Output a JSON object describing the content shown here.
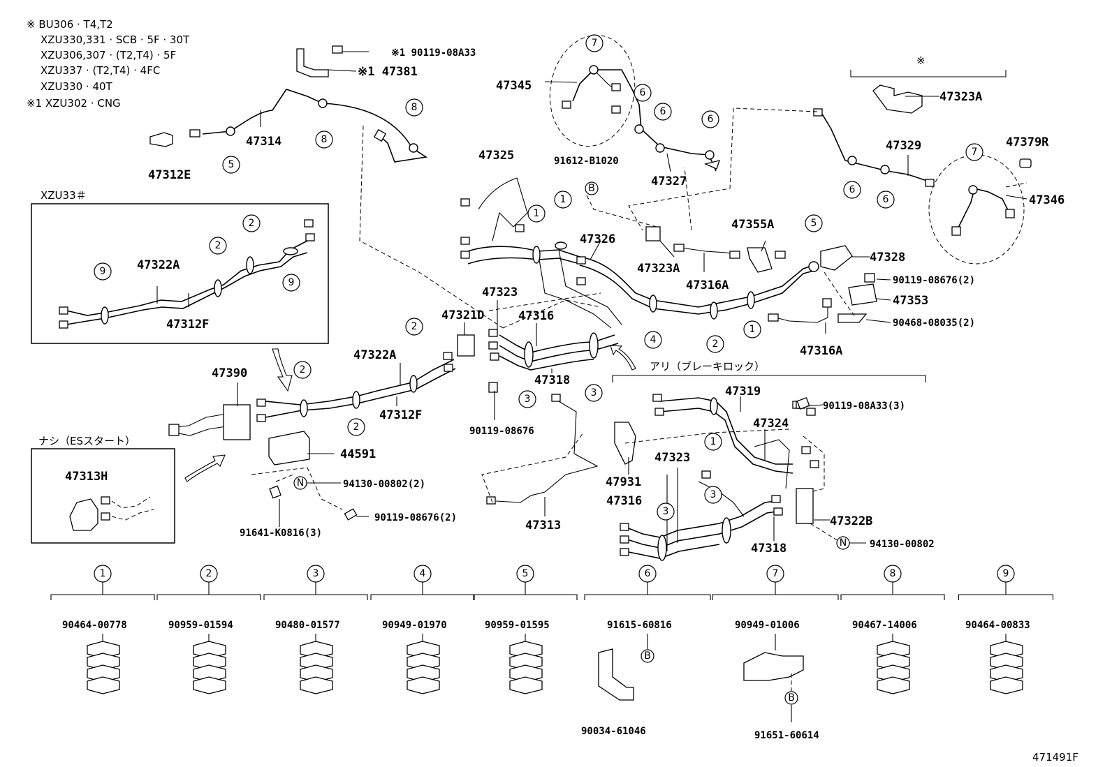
{
  "notes": [
    "※ BU306 · T4,T2",
    "XZU330,331 · SCB · 5F · 30T",
    "XZU306,307 · (T2,T4) · 5F",
    "XZU337 · (T2,T4) · 4FC",
    "XZU330 · 40T",
    "※1 XZU302 · CNG"
  ],
  "group_labels": {
    "xzu33": "XZU33＃",
    "nashi": "ナシ（ESスタート）",
    "ari": "アリ（ブレーキロック）",
    "star_top": "※"
  },
  "part_labels": [
    {
      "id": "p47314",
      "text": "47314"
    },
    {
      "id": "p47312E",
      "text": "47312E"
    },
    {
      "id": "p90119_08A33",
      "text": "※1 90119-08A33"
    },
    {
      "id": "p47381",
      "text": "※1 47381"
    },
    {
      "id": "p47345",
      "text": "47345"
    },
    {
      "id": "p47325",
      "text": "47325"
    },
    {
      "id": "p91612",
      "text": "91612-B1020"
    },
    {
      "id": "p47327",
      "text": "47327"
    },
    {
      "id": "p47323A_top",
      "text": "47323A"
    },
    {
      "id": "p47329",
      "text": "47329"
    },
    {
      "id": "p47379R",
      "text": "47379R"
    },
    {
      "id": "p47346",
      "text": "47346"
    },
    {
      "id": "p47322A_box",
      "text": "47322A"
    },
    {
      "id": "p47312F_box",
      "text": "47312F"
    },
    {
      "id": "p47326",
      "text": "47326"
    },
    {
      "id": "p47355A",
      "text": "47355A"
    },
    {
      "id": "p47328",
      "text": "47328"
    },
    {
      "id": "p47323A_mid",
      "text": "47323A"
    },
    {
      "id": "p47316A_mid",
      "text": "47316A"
    },
    {
      "id": "p90119_08676_r",
      "text": "90119-08676(2)"
    },
    {
      "id": "p47353",
      "text": "47353"
    },
    {
      "id": "p90468",
      "text": "90468-08035(2)"
    },
    {
      "id": "p47316A_low",
      "text": "47316A"
    },
    {
      "id": "p47323_a",
      "text": "47323"
    },
    {
      "id": "p47316_a",
      "text": "47316"
    },
    {
      "id": "p47321D",
      "text": "47321D"
    },
    {
      "id": "p47318_a",
      "text": "47318"
    },
    {
      "id": "p47390",
      "text": "47390"
    },
    {
      "id": "p47322A",
      "text": "47322A"
    },
    {
      "id": "p47312F",
      "text": "47312F"
    },
    {
      "id": "p90119_08676",
      "text": "90119-08676"
    },
    {
      "id": "p44591",
      "text": "44591"
    },
    {
      "id": "p94130_2",
      "text": "94130-00802(2)"
    },
    {
      "id": "p90119_08676_2",
      "text": "90119-08676(2)"
    },
    {
      "id": "p91641",
      "text": "91641-K0816(3)"
    },
    {
      "id": "p47313H",
      "text": "47313H"
    },
    {
      "id": "p47313",
      "text": "47313"
    },
    {
      "id": "p47319",
      "text": "47319"
    },
    {
      "id": "p90119_08A33_3",
      "text": "90119-08A33(3)"
    },
    {
      "id": "p47324",
      "text": "47324"
    },
    {
      "id": "p47931",
      "text": "47931"
    },
    {
      "id": "p47323_b",
      "text": "47323"
    },
    {
      "id": "p47316_b",
      "text": "47316"
    },
    {
      "id": "p47322B",
      "text": "47322B"
    },
    {
      "id": "p94130",
      "text": "94130-00802"
    },
    {
      "id": "p47318_b",
      "text": "47318"
    }
  ],
  "clamps": [
    {
      "num": "1",
      "part": "90464-00778"
    },
    {
      "num": "2",
      "part": "90959-01594"
    },
    {
      "num": "3",
      "part": "90480-01577"
    },
    {
      "num": "4",
      "part": "90949-01970"
    },
    {
      "num": "5",
      "part": "90959-01595"
    },
    {
      "num": "6",
      "part": "91615-60816",
      "extra": "90034-61046"
    },
    {
      "num": "7",
      "part": "90949-01006",
      "extra": "91651-60614"
    },
    {
      "num": "8",
      "part": "90467-14006"
    },
    {
      "num": "9",
      "part": "90464-00833"
    }
  ],
  "marker_b": "B",
  "marker_n": "N",
  "callout_nums": [
    "1",
    "2",
    "3",
    "4",
    "5",
    "6",
    "7",
    "8",
    "9"
  ],
  "figure_id": "471491F"
}
